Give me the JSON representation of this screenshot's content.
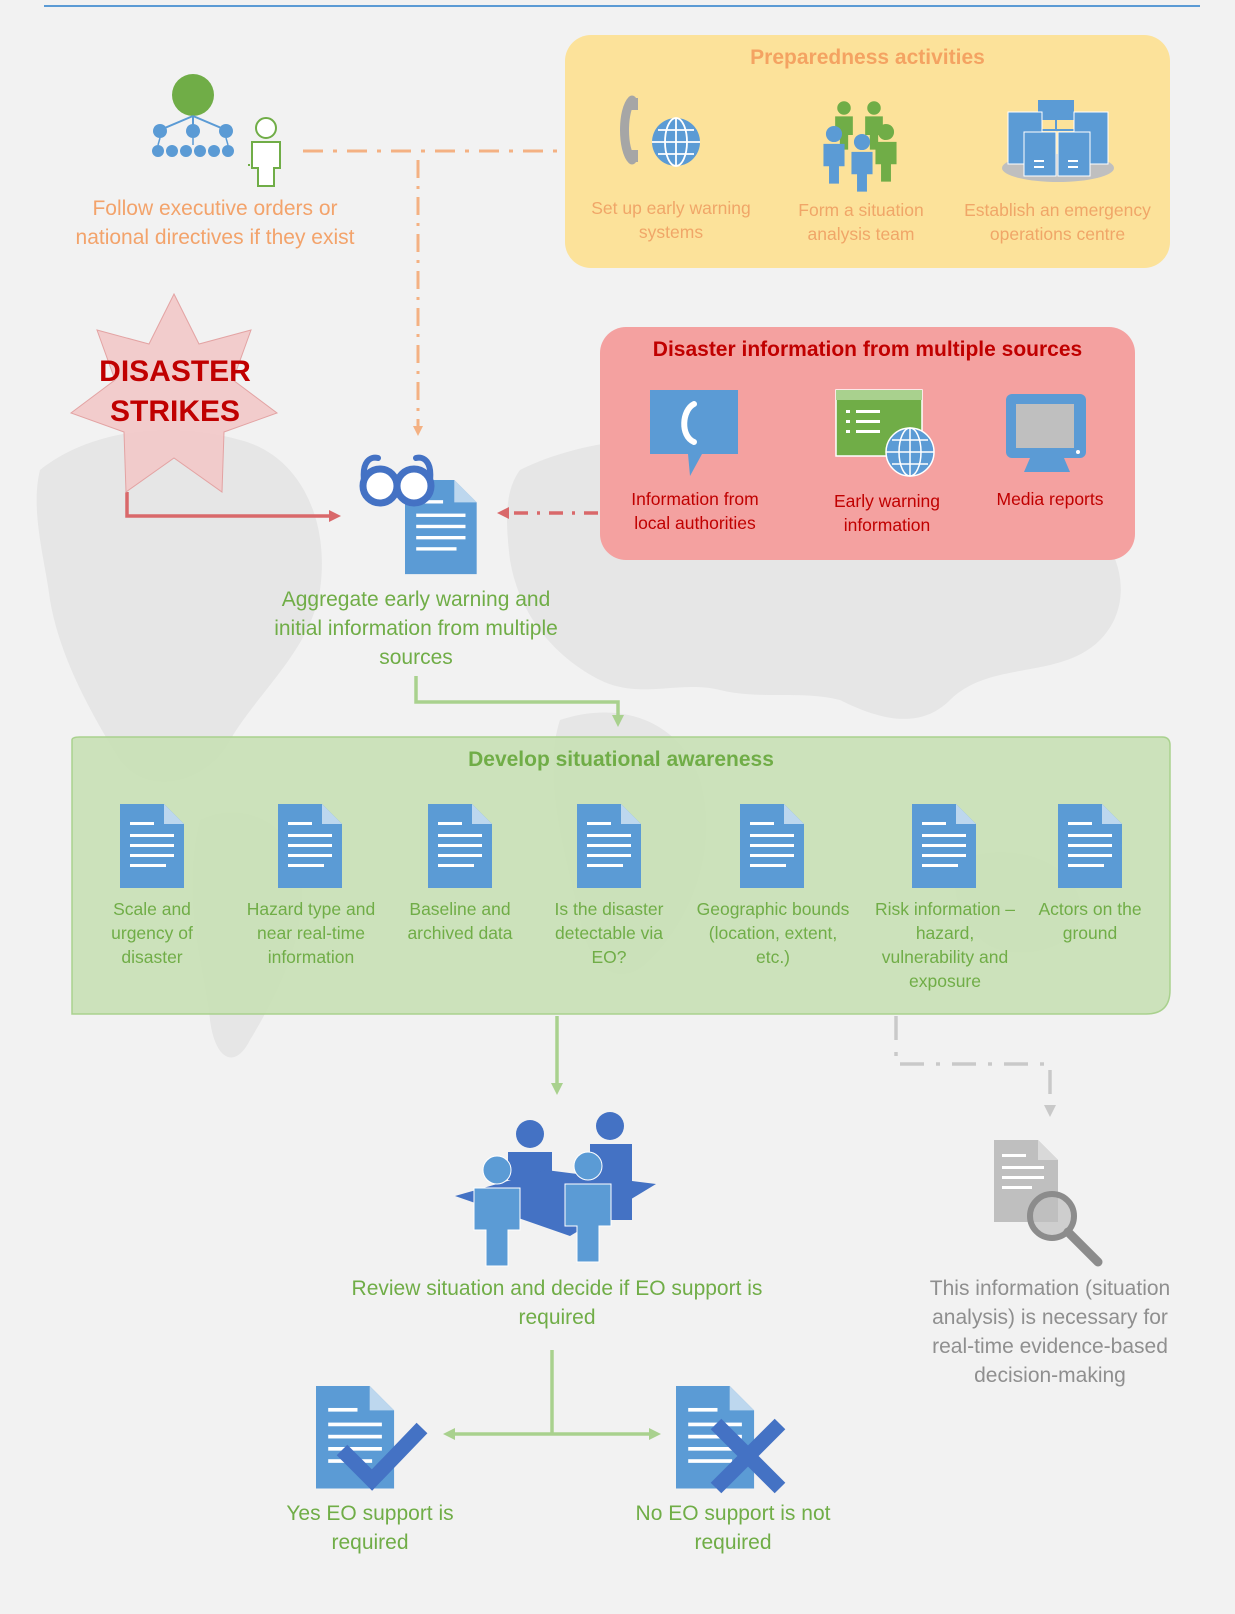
{
  "preparedness": {
    "title": "Preparedness activities",
    "items": [
      {
        "label": "Set up early warning systems",
        "icon": "phone-globe-icon"
      },
      {
        "label": "Form a situation analysis team",
        "icon": "team-icon"
      },
      {
        "label": "Establish an emergency operations centre",
        "icon": "server-icon"
      }
    ]
  },
  "executive": {
    "label": "Follow executive orders or national directives if they exist",
    "icon": "org-chart-icon"
  },
  "disaster": {
    "line1": "DISASTER",
    "line2": "STRIKES"
  },
  "sources": {
    "title": "Disaster information from multiple sources",
    "items": [
      {
        "label": "Information from local authorities",
        "icon": "phone-chat-icon"
      },
      {
        "label": "Early warning information",
        "icon": "web-globe-icon"
      },
      {
        "label": "Media reports",
        "icon": "monitor-icon"
      }
    ]
  },
  "aggregate": {
    "label": "Aggregate early warning and initial information from multiple sources",
    "icon": "glasses-document-icon"
  },
  "awareness": {
    "title": "Develop situational awareness",
    "items": [
      "Scale and urgency of disaster",
      "Hazard type and near real-time information",
      "Baseline and archived data",
      "Is the disaster detectable via EO?",
      "Geographic bounds (location, extent, etc.)",
      "Risk information – hazard, vulnerability and exposure",
      "Actors on the ground"
    ]
  },
  "review": {
    "label": "Review situation and decide if EO support is required",
    "icon": "meeting-icon"
  },
  "info_note": {
    "label": "This information (situation analysis) is necessary for real-time evidence-based decision-making",
    "icon": "document-search-icon"
  },
  "outcomes": {
    "yes": "Yes EO support is required",
    "no": "No EO support is not required"
  },
  "colors": {
    "orange": "#f4b183",
    "yellow_panel": "#fce29a",
    "red_panel": "#f4a1a0",
    "green_panel": "#c6dfb2",
    "blue_icon": "#5b9bd5",
    "dark_red": "#c00000",
    "green_text": "#70ad47"
  }
}
